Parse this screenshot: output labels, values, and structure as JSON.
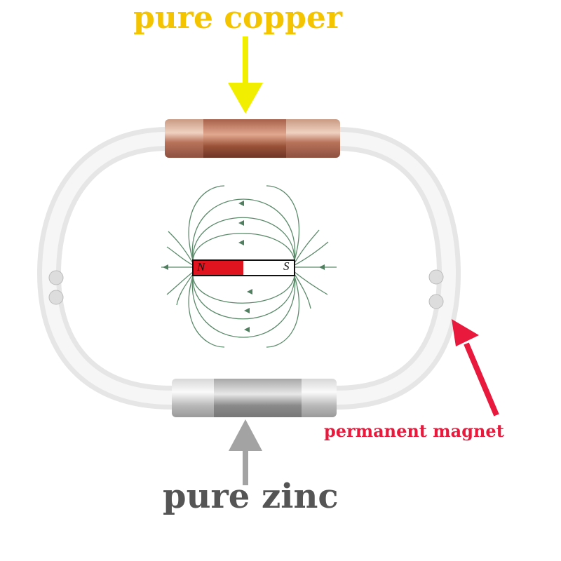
{
  "labels": {
    "copper": "pure copper",
    "magnet": "permanent magnet",
    "zinc": "pure zinc"
  },
  "magnet_diagram": {
    "north": "N",
    "south": "S"
  },
  "colors": {
    "copper_label": "#f5c400",
    "copper_arrow": "#f2ee00",
    "magnet_label": "#e8193c",
    "zinc_label": "#555555",
    "zinc_arrow": "#a3a3a3",
    "field_lines": "#4f7f5f",
    "north_pole": "#e0141e"
  }
}
